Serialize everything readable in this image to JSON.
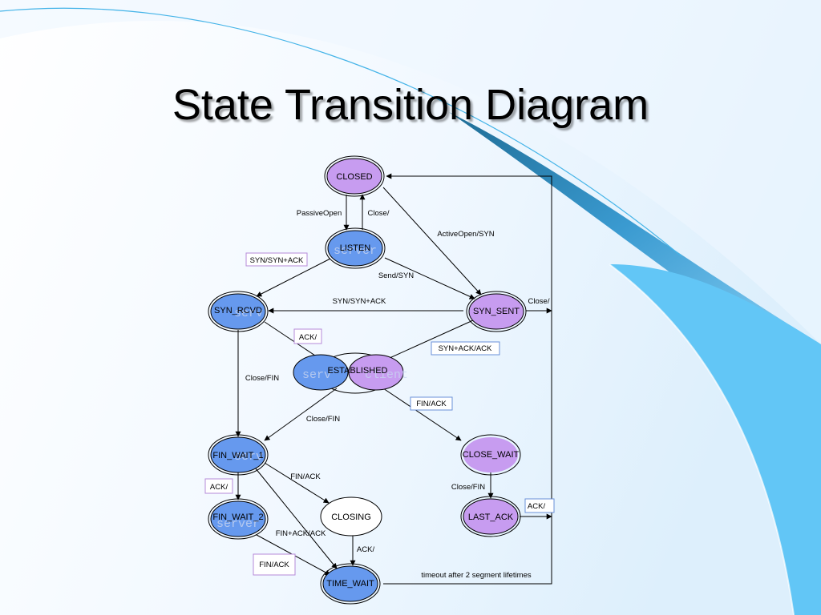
{
  "slide": {
    "title": "State Transition Diagram"
  },
  "colors": {
    "blue_state": "#6699ee",
    "purple_state": "#c79cf0",
    "white_state": "#ffffff",
    "box_purple": "#b58ad8",
    "box_blue": "#6a90d8",
    "swoosh_light": "#62c6f6",
    "swoosh_dark": "#2f86b6"
  },
  "states": {
    "closed": "CLOSED",
    "listen": "LISTEN",
    "syn_rcvd": "SYN_RCVD",
    "syn_sent": "SYN_SENT",
    "established": "ESTABLISHED",
    "fin_wait_1": "FIN_WAIT_1",
    "fin_wait_2": "FIN_WAIT_2",
    "closing": "CLOSING",
    "time_wait": "TIME_WAIT",
    "close_wait": "CLOSE_WAIT",
    "last_ack": "LAST_ACK"
  },
  "ghost_text": {
    "listen": "server",
    "syn_rcvd": "serv",
    "established_left": "serv",
    "established_right": "client",
    "fin_wait_1": "serv",
    "fin_wait_2": "server"
  },
  "transitions": {
    "passive_open": "PassiveOpen",
    "close_listen": "Close/",
    "active_open": "ActiveOpen/SYN",
    "syn_synack_left": "SYN/SYN+ACK",
    "send_syn": "Send/SYN",
    "syn_synack_mid": "SYN/SYN+ACK",
    "close_syn_sent": "Close/",
    "ack": "ACK/",
    "synack_ack": "SYN+ACK/ACK",
    "close_fin_rcvd": "Close/FIN",
    "fin_ack_est": "FIN/ACK",
    "close_fin_est": "Close/FIN",
    "fin_ack_fw1": "FIN/ACK",
    "ack_fw1": "ACK/",
    "close_fin_cw": "Close/FIN",
    "ack_last": "ACK/",
    "finack_ack": "FIN+ACK/ACK",
    "ack_closing": "ACK/",
    "fin_ack_fw2": "FIN/ACK",
    "timeout": "timeout after 2 segment lifetimes"
  }
}
